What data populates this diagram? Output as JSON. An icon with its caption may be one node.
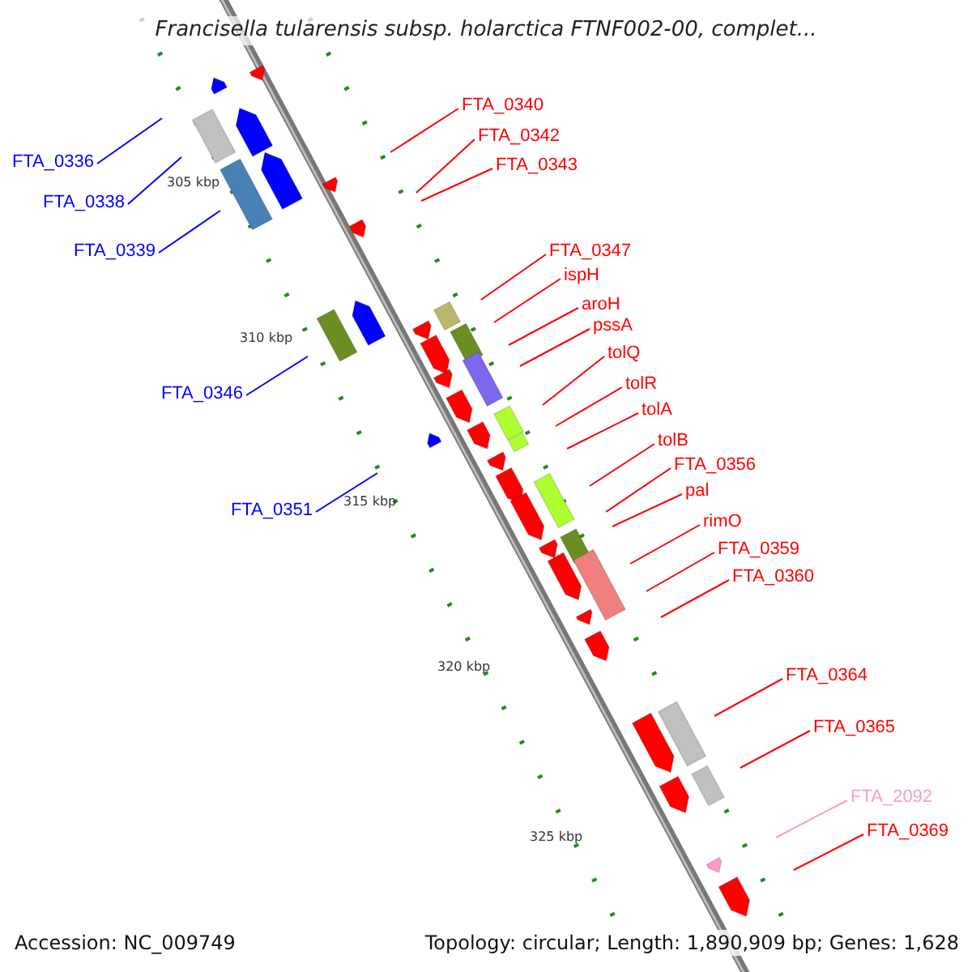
{
  "diagram": {
    "title": "Francisella tularensis subsp. holarctica FTNF002-00, complet...",
    "nodes": [
      {
        "text": [
          "FTA_0340"
        ]
      },
      {
        "text": [
          "FTA_0342"
        ]
      },
      {
        "text": [
          "FTA_0336"
        ]
      },
      {
        "text": [
          "FTA_0343"
        ]
      },
      {
        "text": [
          "FTA_0338"
        ]
      },
      {
        "text": [
          "FTA_0339"
        ]
      },
      {
        "text": [
          "FTA_0347"
        ]
      },
      {
        "text": [
          "ispH"
        ]
      },
      {
        "text": [
          "aroH"
        ]
      },
      {
        "text": [
          "pssA"
        ]
      },
      {
        "text": [
          "tolQ"
        ]
      },
      {
        "text": [
          "tolR"
        ]
      },
      {
        "text": [
          "FTA_0346"
        ]
      },
      {
        "text": [
          "tolA"
        ]
      },
      {
        "text": [
          "tolB"
        ]
      },
      {
        "text": [
          "FTA_0356"
        ]
      },
      {
        "text": [
          "pal"
        ]
      },
      {
        "text": [
          "FTA_0351"
        ]
      },
      {
        "text": [
          "rimO"
        ]
      },
      {
        "text": [
          "FTA_0359"
        ]
      },
      {
        "text": [
          "FTA_0360"
        ]
      },
      {
        "text": [
          "FTA_0364"
        ]
      },
      {
        "text": [
          "FTA_0365"
        ]
      },
      {
        "text": [
          "FTA_2092"
        ]
      },
      {
        "text": [
          "FTA_0369"
        ]
      }
    ],
    "edges": [
      {
        "from": 0,
        "to": null,
        "arrow": "none"
      },
      {
        "from": 1,
        "to": null,
        "arrow": "none"
      },
      {
        "from": 2,
        "to": null,
        "arrow": "none",
        "color": "#0000ff"
      },
      {
        "from": 3,
        "to": null,
        "arrow": "none"
      },
      {
        "from": 4,
        "to": null,
        "arrow": "none",
        "color": "#0000ff"
      },
      {
        "from": 5,
        "to": null,
        "arrow": "none",
        "color": "#0000ff"
      },
      {
        "from": 6,
        "to": null,
        "arrow": "none"
      },
      {
        "from": 7,
        "to": null,
        "arrow": "none"
      },
      {
        "from": 8,
        "to": null,
        "arrow": "none"
      },
      {
        "from": 9,
        "to": null,
        "arrow": "none"
      },
      {
        "from": 10,
        "to": null,
        "arrow": "none"
      },
      {
        "from": 11,
        "to": null,
        "arrow": "none"
      },
      {
        "from": 12,
        "to": null,
        "arrow": "none",
        "color": "#0000ff"
      },
      {
        "from": 13,
        "to": null,
        "arrow": "none"
      },
      {
        "from": 14,
        "to": null,
        "arrow": "none"
      },
      {
        "from": 15,
        "to": null,
        "arrow": "none"
      },
      {
        "from": 16,
        "to": null,
        "arrow": "none"
      },
      {
        "from": 17,
        "to": null,
        "arrow": "none",
        "color": "#0000ff"
      },
      {
        "from": 18,
        "to": null,
        "arrow": "none"
      },
      {
        "from": 19,
        "to": null,
        "arrow": "none"
      },
      {
        "from": 20,
        "to": null,
        "arrow": "none"
      },
      {
        "from": 21,
        "to": null,
        "arrow": "none"
      },
      {
        "from": 22,
        "to": null,
        "arrow": "none"
      },
      {
        "from": 23,
        "to": null,
        "arrow": "none",
        "color": "#ff99cc"
      },
      {
        "from": 24,
        "to": null,
        "arrow": "none"
      }
    ],
    "labels": [
      "305 kbp",
      "310 kbp",
      "315 kbp",
      "320 kbp",
      "325 kbp",
      "Accession: NC_009749",
      "Topology: circular; Length: 1,890,909 bp; Genes: 1,628"
    ]
  }
}
